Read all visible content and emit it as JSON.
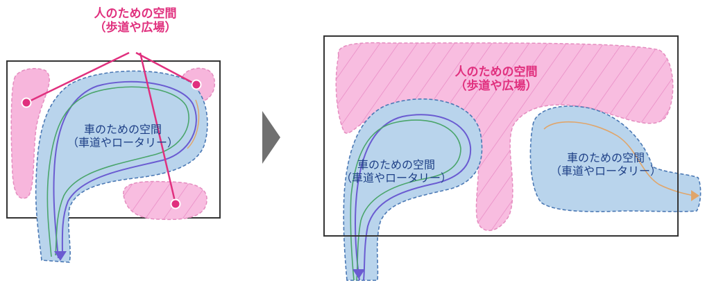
{
  "left_diagram": {
    "human_space": {
      "line1": "人のための空間",
      "line2": "（歩道や広場）"
    },
    "car_space": {
      "line1": "車のための空間",
      "line2": "（車道やロータリー）"
    }
  },
  "right_diagram": {
    "human_space": {
      "line1": "人のための空間",
      "line2": "（歩道や広場）"
    },
    "car_space_left": {
      "line1": "車のための空間",
      "line2": "（車道やロータリー）"
    },
    "car_space_right": {
      "line1": "車のための空間",
      "line2": "（車道やロータリー）"
    }
  },
  "colors": {
    "human_fill": "#f7b6dc",
    "human_accent": "#e0307e",
    "car_fill": "#b9d4ec",
    "car_border": "#4a78b4",
    "path_purple": "#6a5bd1",
    "path_green": "#4aa56b",
    "path_orange": "#e0a56a",
    "arrow_gray": "#707070"
  }
}
